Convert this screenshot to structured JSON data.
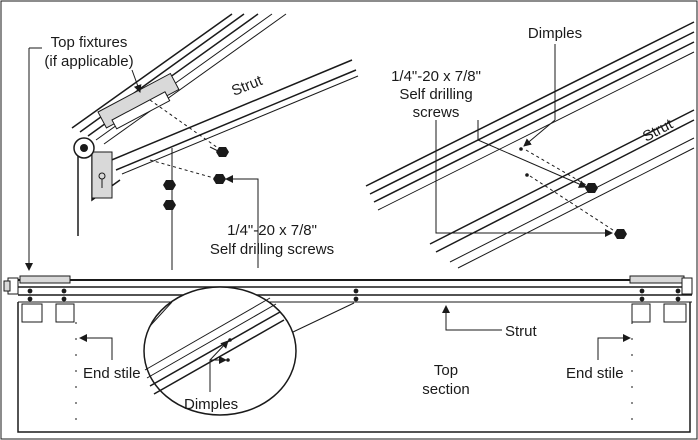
{
  "labels": {
    "top_fixtures_line1": "Top fixtures",
    "top_fixtures_line2": "(if applicable)",
    "strut_upper_left": "Strut",
    "screws_left_line1": "1/4\"-20 x 7/8\"",
    "screws_left_line2": "Self drilling screws",
    "dimples_upper_right": "Dimples",
    "screws_right_line1": "1/4\"-20 x 7/8\"",
    "screws_right_line2": "Self drilling",
    "screws_right_line3": "screws",
    "strut_upper_right": "Strut",
    "strut_main": "Strut",
    "end_stile_left": "End stile",
    "dimples_magnifier": "Dimples",
    "top_section_line1": "Top",
    "top_section_line2": "section",
    "end_stile_right": "End stile"
  },
  "colors": {
    "ink": "#1a1a1a",
    "background": "#ffffff",
    "shade": "#d9d9d9"
  },
  "icons": {
    "screw": "hex-screw-icon",
    "dimple": "dimple-dot-icon",
    "arrow": "arrowhead-icon"
  }
}
